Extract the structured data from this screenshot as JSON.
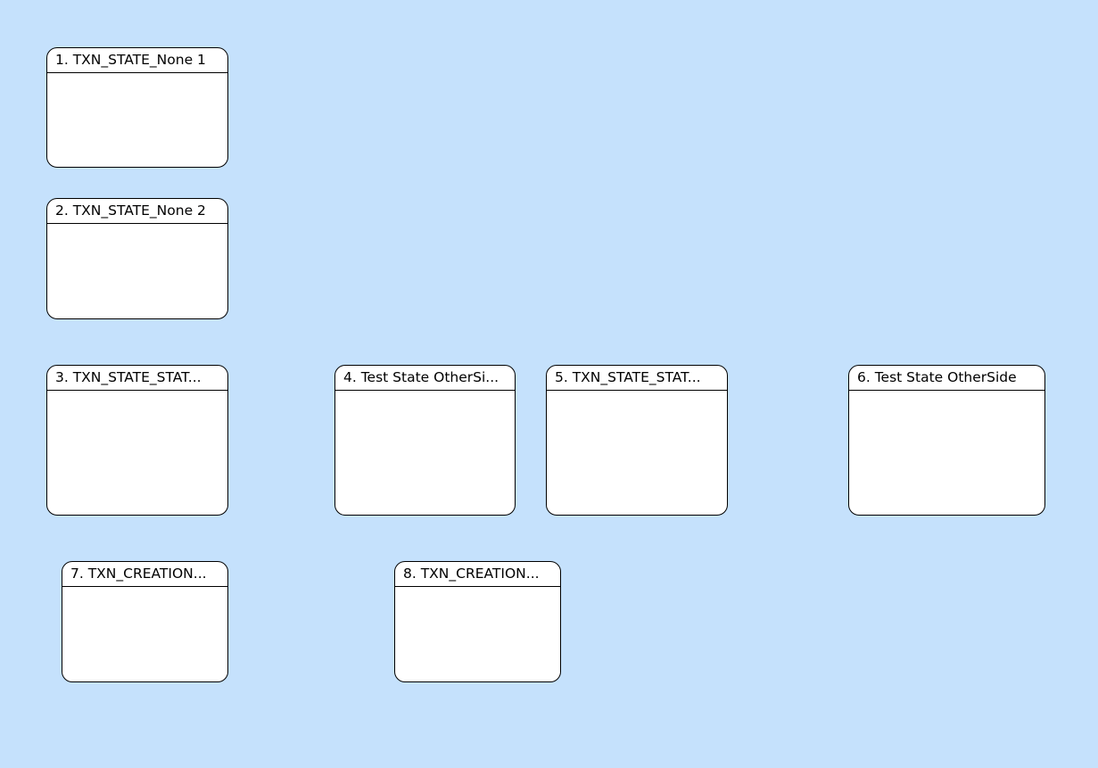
{
  "diagram": {
    "background_color": "#c5e1fc",
    "node_fill_color": "#ffffff",
    "node_border_color": "#000000",
    "states": [
      {
        "id": "1",
        "label": "1. TXN_STATE_None 1"
      },
      {
        "id": "2",
        "label": "2. TXN_STATE_None 2"
      },
      {
        "id": "3",
        "label": "3. TXN_STATE_STAT..."
      },
      {
        "id": "4",
        "label": "4. Test State OtherSi..."
      },
      {
        "id": "5",
        "label": "5. TXN_STATE_STAT..."
      },
      {
        "id": "6",
        "label": "6. Test State OtherSide"
      },
      {
        "id": "7",
        "label": "7. TXN_CREATION..."
      },
      {
        "id": "8",
        "label": "8. TXN_CREATION..."
      }
    ]
  }
}
